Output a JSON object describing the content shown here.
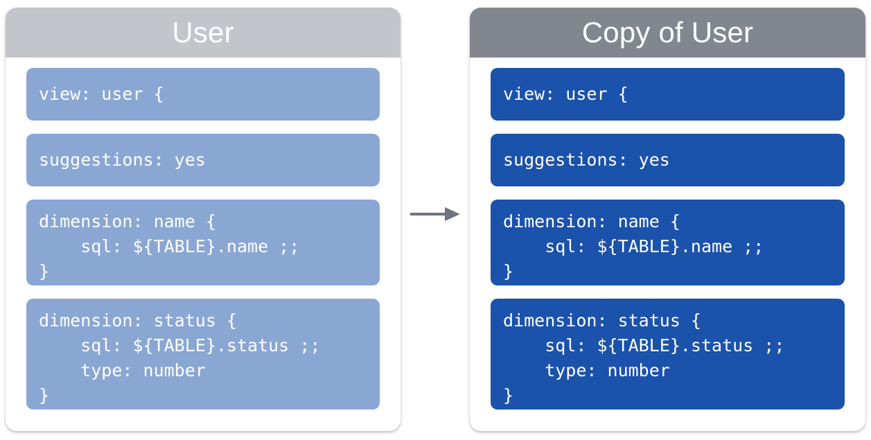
{
  "diagram": {
    "type": "copy-transformation",
    "connector": {
      "icon": "arrow-right-icon",
      "color": "#6f7580",
      "direction": "left-to-right"
    },
    "panels": [
      {
        "id": "source",
        "title": "User",
        "header_color": "#c2c5c9",
        "block_color": "#8aa7d4",
        "blocks": [
          {
            "id": "view-declaration",
            "lines": 1,
            "code": "view: user {"
          },
          {
            "id": "suggestions-parameter",
            "lines": 1,
            "code": "suggestions: yes"
          },
          {
            "id": "dimension-name",
            "lines": 3,
            "code": "dimension: name {\n    sql: ${TABLE}.name ;;\n}"
          },
          {
            "id": "dimension-status",
            "lines": 4,
            "code": "dimension: status {\n    sql: ${TABLE}.status ;;\n    type: number\n}"
          }
        ]
      },
      {
        "id": "copy",
        "title": "Copy of User",
        "header_color": "#82868f",
        "block_color": "#1b52ab",
        "blocks": [
          {
            "id": "view-declaration",
            "lines": 1,
            "code": "view: user {"
          },
          {
            "id": "suggestions-parameter",
            "lines": 1,
            "code": "suggestions: yes"
          },
          {
            "id": "dimension-name",
            "lines": 3,
            "code": "dimension: name {\n    sql: ${TABLE}.name ;;\n}"
          },
          {
            "id": "dimension-status",
            "lines": 4,
            "code": "dimension: status {\n    sql: ${TABLE}.status ;;\n    type: number\n}"
          }
        ]
      }
    ]
  }
}
